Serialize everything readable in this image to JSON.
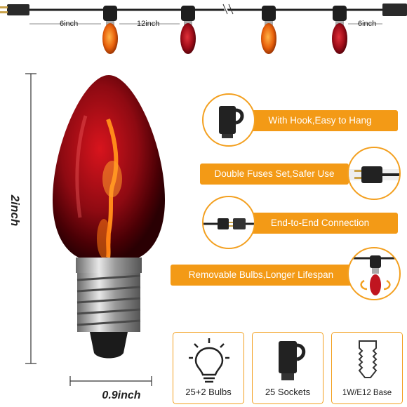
{
  "dimensions": {
    "spacing_left": "6inch",
    "spacing_middle": "12inch",
    "spacing_right": "6inch",
    "height": "2inch",
    "width": "0.9inch"
  },
  "features": [
    {
      "label": "With Hook,Easy to Hang",
      "icon": "socket-hook-icon"
    },
    {
      "label": "Double Fuses Set,Safer Use",
      "icon": "fused-plug-icon"
    },
    {
      "label": "End-to-End Connection",
      "icon": "end-connector-icon"
    },
    {
      "label": "Removable Bulbs,Longer Lifespan",
      "icon": "bulb-removal-icon"
    }
  ],
  "specs": [
    {
      "label": "25+2 Bulbs",
      "icon": "lightbulb-icon"
    },
    {
      "label": "25 Sockets",
      "icon": "socket-icon"
    },
    {
      "label": "1W/E12 Base",
      "icon": "e12-base-icon"
    }
  ],
  "colors": {
    "accent": "#f39a16",
    "bulb_orange": "#e56a10",
    "bulb_red": "#b0121e",
    "wire": "#222222"
  }
}
